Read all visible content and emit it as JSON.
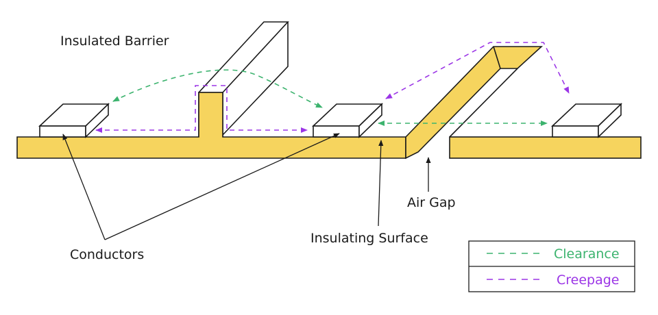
{
  "labels": {
    "barrier": "Insulated Barrier",
    "conductors": "Conductors",
    "surface": "Insulating Surface",
    "air_gap": "Air Gap"
  },
  "legend": {
    "clearance": "Clearance",
    "creepage": "Creepage"
  },
  "colors": {
    "board": "#f6d45e",
    "clearance": "#3cb36e",
    "creepage": "#9b35e6",
    "outline": "#1a1a1a"
  }
}
